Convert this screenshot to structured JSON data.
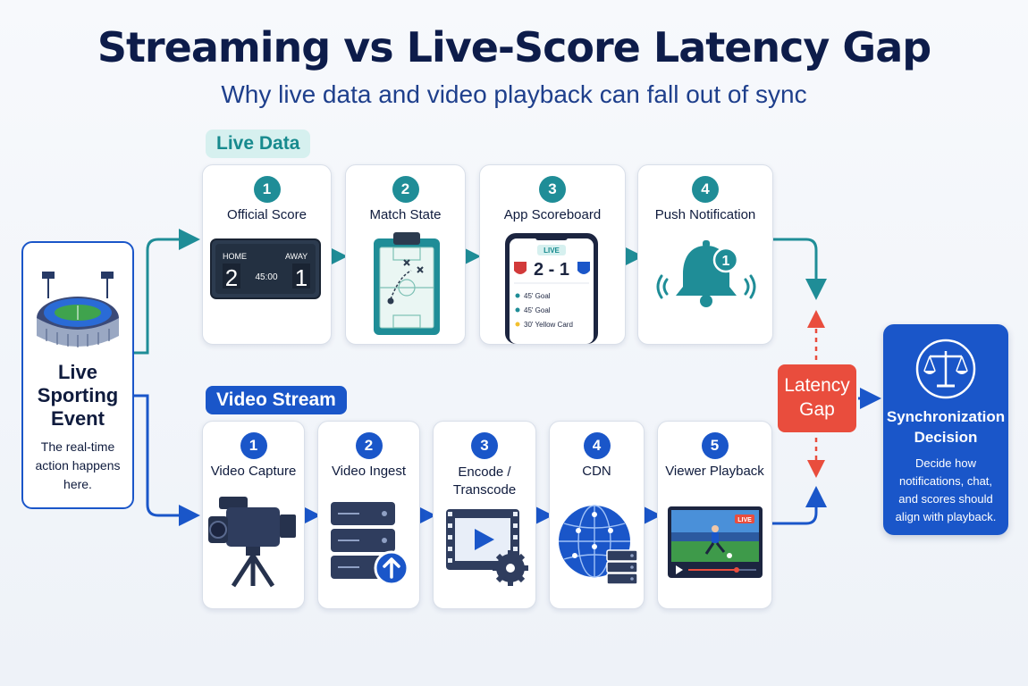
{
  "title": "Streaming vs Live-Score Latency Gap",
  "subtitle": "Why live data and video playback can fall out of sync",
  "event": {
    "title_lines": [
      "Live",
      "Sporting",
      "Event"
    ],
    "description": "The real-time action happens here."
  },
  "live_lane": {
    "label": "Live Data",
    "steps": [
      {
        "number": "1",
        "label": "Official Score"
      },
      {
        "number": "2",
        "label": "Match State"
      },
      {
        "number": "3",
        "label": "App Scoreboard"
      },
      {
        "number": "4",
        "label": "Push Notification"
      }
    ],
    "scoreboard": {
      "home_label": "HOME",
      "away_label": "AWAY",
      "home_score": "2",
      "away_score": "1",
      "clock": "45:00"
    },
    "app": {
      "live_badge": "LIVE",
      "score": "2 - 1",
      "events": [
        "45' Goal",
        "45' Goal",
        "30' Yellow Card"
      ]
    },
    "notification_count": "1"
  },
  "video_lane": {
    "label": "Video Stream",
    "steps": [
      {
        "number": "1",
        "label": "Video Capture"
      },
      {
        "number": "2",
        "label": "Video Ingest"
      },
      {
        "number": "3",
        "label": "Encode /\nTranscode"
      },
      {
        "number": "4",
        "label": "CDN"
      },
      {
        "number": "5",
        "label": "Viewer Playback"
      }
    ],
    "player_live_badge": "LIVE"
  },
  "gap": {
    "lines": [
      "Latency",
      "Gap"
    ]
  },
  "decision": {
    "title": "Synchronization Decision",
    "description": "Decide how notifications, chat, and scores should align with playback."
  },
  "colors": {
    "navy": "#0d1c4a",
    "teal": "#1f8d97",
    "blue": "#1a56c9",
    "red": "#e94d3d"
  },
  "icons": [
    "stadium-icon",
    "scoreboard-icon",
    "clipboard-icon",
    "phone-icon",
    "bell-icon",
    "camera-icon",
    "server-upload-icon",
    "video-settings-icon",
    "globe-server-icon",
    "video-player-icon",
    "scales-icon"
  ]
}
